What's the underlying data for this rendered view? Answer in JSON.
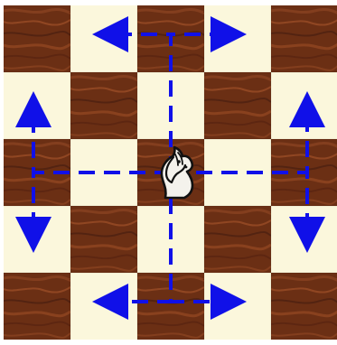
{
  "board": {
    "rows": 5,
    "cols": 5,
    "light_color": "#fbf7dc",
    "dark_color": "#6b2f14",
    "dark_color_mid": "#8a4220",
    "dark_color_light": "#a5532a",
    "grid_line_color": "#3b1f10",
    "first_square_dark": true
  },
  "piece": {
    "type": "knight",
    "color": "white",
    "file_index": 2,
    "rank_index": 2,
    "icon": "white-knight-icon"
  },
  "arrows": {
    "color": "#1010e8",
    "style": "dashed",
    "moves": [
      {
        "name": "up-left",
        "path": [
          "center",
          "up-2",
          "left-1"
        ]
      },
      {
        "name": "up-right",
        "path": [
          "center",
          "up-2",
          "right-1"
        ]
      },
      {
        "name": "down-left",
        "path": [
          "center",
          "down-2",
          "left-1"
        ]
      },
      {
        "name": "down-right",
        "path": [
          "center",
          "down-2",
          "right-1"
        ]
      },
      {
        "name": "left-up",
        "path": [
          "center",
          "left-2",
          "up-1"
        ]
      },
      {
        "name": "left-down",
        "path": [
          "center",
          "left-2",
          "down-1"
        ]
      },
      {
        "name": "right-up",
        "path": [
          "center",
          "right-2",
          "up-1"
        ]
      },
      {
        "name": "right-down",
        "path": [
          "center",
          "right-2",
          "down-1"
        ]
      }
    ]
  }
}
